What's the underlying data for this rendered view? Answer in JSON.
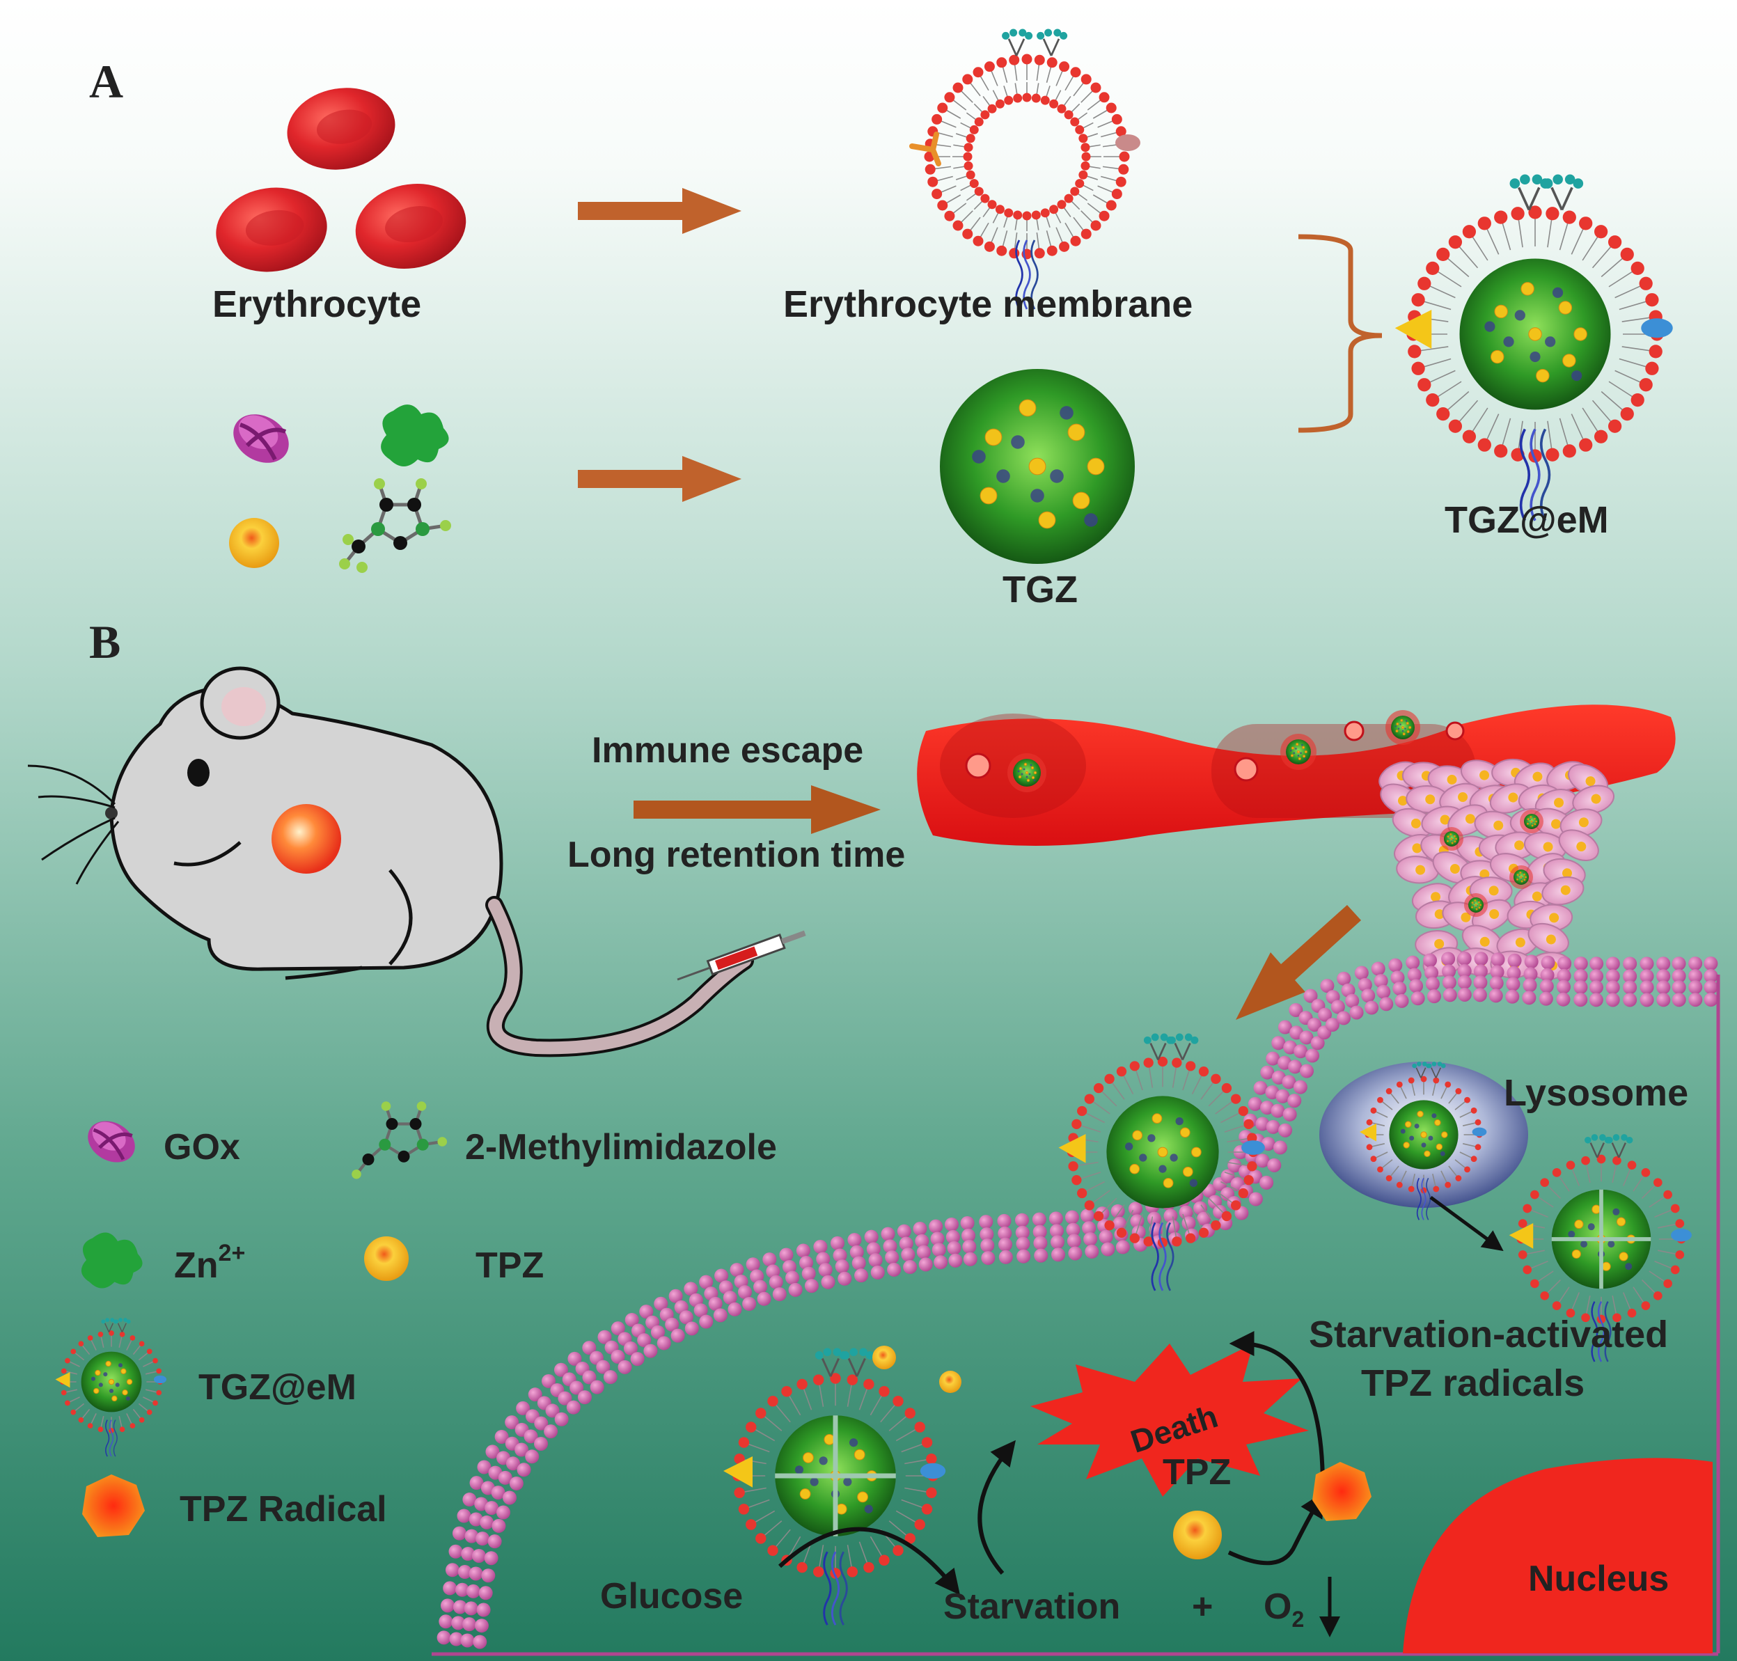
{
  "panels": {
    "a": "A",
    "b": "B"
  },
  "section_a": {
    "erythrocyte": "Erythrocyte",
    "membrane": "Erythrocyte membrane",
    "core": "TGZ",
    "product": "TGZ@eM"
  },
  "section_b": {
    "immune_escape": "Immune escape",
    "long_retention": "Long retention time",
    "lysosome": "Lysosome",
    "starvation_activated_line1": "Starvation-activated",
    "starvation_activated_line2": "TPZ radicals",
    "death": "Death",
    "tpz": "TPZ",
    "glucose": "Glucose",
    "starvation": "Starvation",
    "plus": "+",
    "oxygen": "O",
    "oxygen_sub": "2",
    "nucleus": "Nucleus"
  },
  "legend": {
    "gox": "GOx",
    "methylimidazole": "2-Methylimidazole",
    "zn": "Zn",
    "zn_charge": "2+",
    "tpz": "TPZ",
    "tgz_em": "TGZ@eM",
    "tpz_radical": "TPZ Radical"
  },
  "colors": {
    "arrow": "#c0622c",
    "erythrocyte": "#e0262b",
    "membrane_head": "#e8362f",
    "zif_green": "#1f8a1f",
    "tpz_yellow": "#f2b11a",
    "cell_membrane": "#c74f9a",
    "nucleus": "#f0261e",
    "background_top": "#ffffff",
    "background_bottom": "#237a5f"
  }
}
